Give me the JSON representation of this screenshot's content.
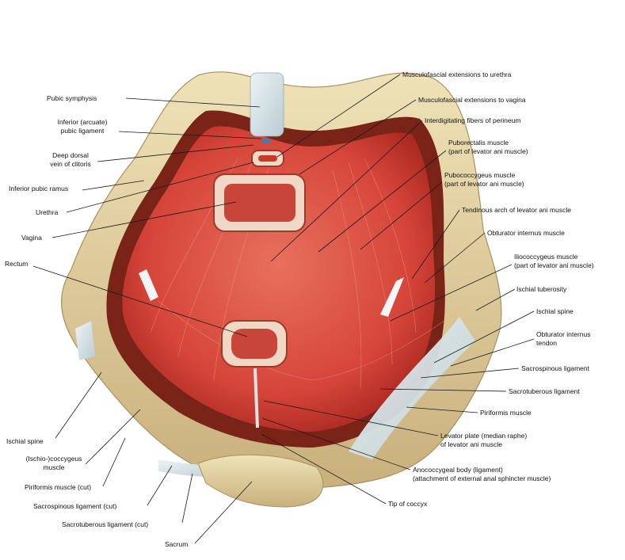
{
  "colors": {
    "background": "#ffffff",
    "bone": "#e6d6a6",
    "bone_shadow": "#b9a373",
    "muscle": "#d94a3a",
    "muscle_dark": "#a8281f",
    "ligament": "#cfdde2",
    "label_text": "#111111",
    "leader_line": "#1a1a1a"
  },
  "labels_left": [
    {
      "id": "pubic-symphysis",
      "lines": [
        "Pubic symphysis"
      ]
    },
    {
      "id": "inferior-pubic-ligament",
      "lines": [
        "Inferior (arcuate)",
        "pubic ligament"
      ]
    },
    {
      "id": "deep-dorsal-vein",
      "lines": [
        "Deep dorsal",
        "vein of clitoris"
      ]
    },
    {
      "id": "inferior-pubic-ramus",
      "lines": [
        "Inferior pubic ramus"
      ]
    },
    {
      "id": "urethra",
      "lines": [
        "Urethra"
      ]
    },
    {
      "id": "vagina",
      "lines": [
        "Vagina"
      ]
    },
    {
      "id": "rectum",
      "lines": [
        "Rectum"
      ]
    },
    {
      "id": "ischial-spine-left",
      "lines": [
        "Ischial spine"
      ]
    },
    {
      "id": "ischiococcygeus",
      "lines": [
        "(Ischio-)coccygeus",
        "muscle"
      ]
    },
    {
      "id": "piriformis-cut",
      "lines": [
        "Piriformis muscle (cut)"
      ]
    },
    {
      "id": "sacrospinous-cut",
      "lines": [
        "Sacrospinous ligament (cut)"
      ]
    },
    {
      "id": "sacrotuberous-cut",
      "lines": [
        "Sacrotuberous ligament (cut)"
      ]
    },
    {
      "id": "sacrum",
      "lines": [
        "Sacrum"
      ]
    }
  ],
  "labels_right": [
    {
      "id": "mf-urethra",
      "lines": [
        "Musculofascial extensions to urethra"
      ]
    },
    {
      "id": "mf-vagina",
      "lines": [
        "Musculofascial extensions to vagina"
      ]
    },
    {
      "id": "interdigitating",
      "lines": [
        "Interdigitating fibers of perineum"
      ]
    },
    {
      "id": "puborectalis",
      "lines": [
        "Puborectalis muscle",
        "(part of levator ani muscle)"
      ]
    },
    {
      "id": "pubococcygeus",
      "lines": [
        "Pubococcygeus muscle",
        "(part of levator ani muscle)"
      ]
    },
    {
      "id": "tendinous-arch",
      "lines": [
        "Tendinous arch of levator ani muscle"
      ]
    },
    {
      "id": "obturator-internus",
      "lines": [
        "Obturator internus muscle"
      ]
    },
    {
      "id": "iliococcygeus",
      "lines": [
        "Iliococcygeus muscle",
        "(part of levator ani muscle)"
      ]
    },
    {
      "id": "ischial-tuberosity",
      "lines": [
        "Ischial tuberosity"
      ]
    },
    {
      "id": "ischial-spine-right",
      "lines": [
        "Ischial spine"
      ]
    },
    {
      "id": "obturator-tendon",
      "lines": [
        "Obturator internus",
        "tendon"
      ]
    },
    {
      "id": "sacrospinous",
      "lines": [
        "Sacrospinous ligament"
      ]
    },
    {
      "id": "sacrotuberous",
      "lines": [
        "Sacrotuberous ligament"
      ]
    },
    {
      "id": "piriformis",
      "lines": [
        "Piriformis muscle"
      ]
    },
    {
      "id": "levator-plate",
      "lines": [
        "Levator plate (median raphe)",
        "of levator ani muscle"
      ]
    },
    {
      "id": "anococcygeal",
      "lines": [
        "Anococcygeal body (ligament)",
        "(attachment of external anal sphincter muscle)"
      ]
    },
    {
      "id": "tip-of-coccyx",
      "lines": [
        "Tip of coccyx"
      ]
    }
  ]
}
